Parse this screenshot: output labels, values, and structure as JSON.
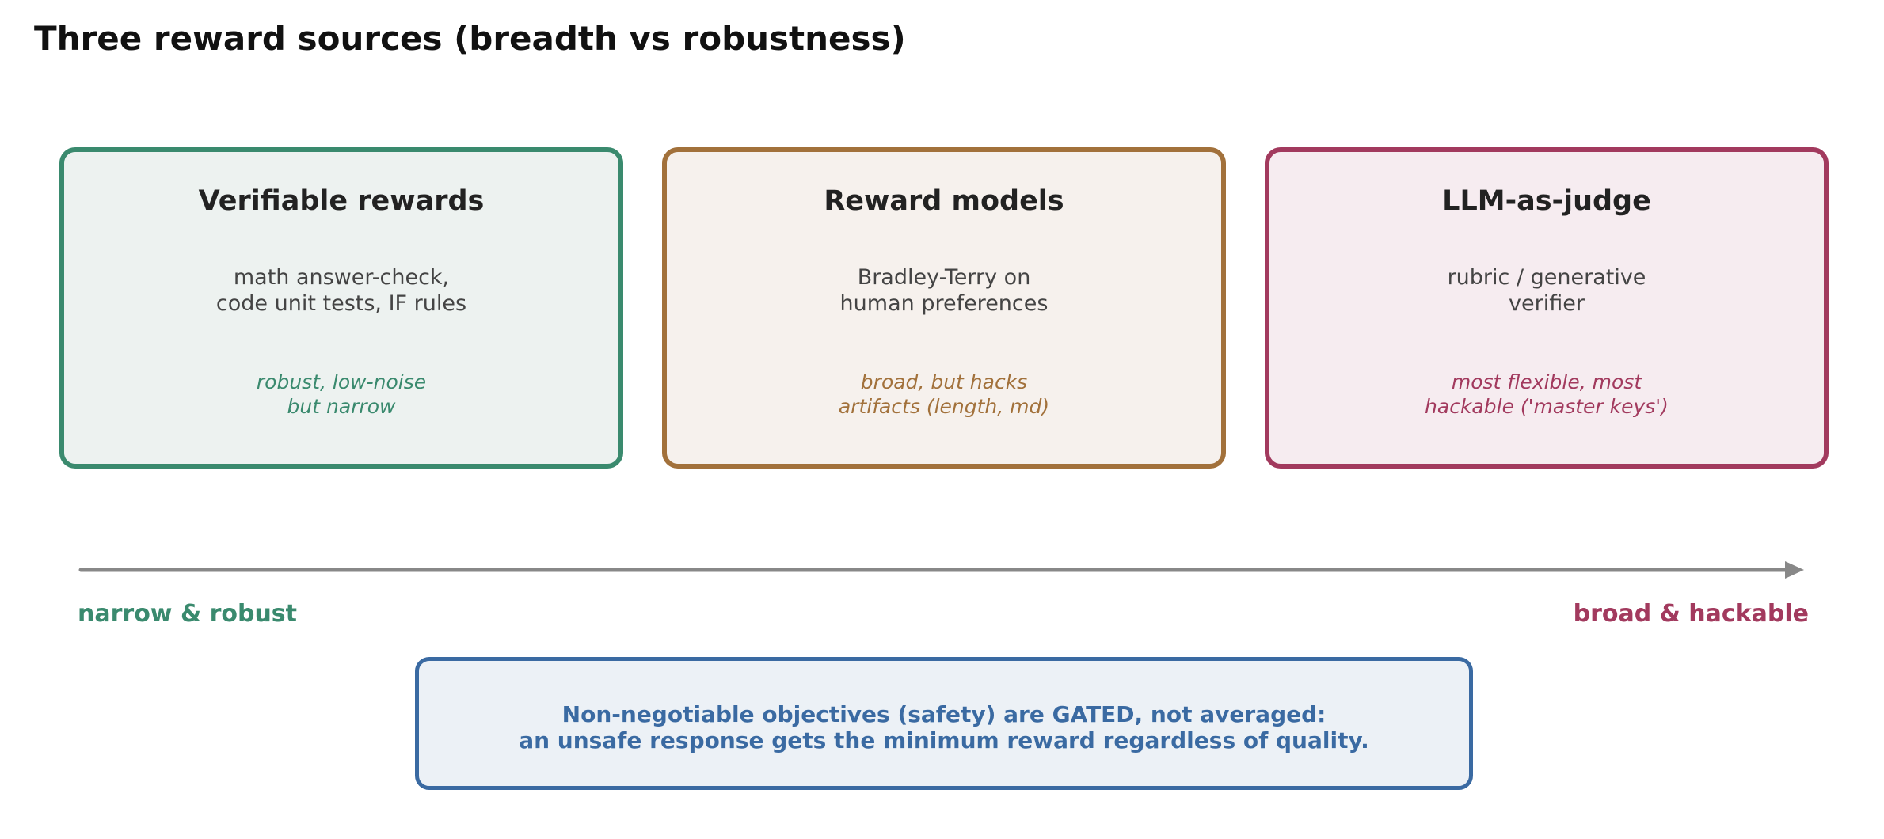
{
  "title": "Three reward sources (breadth vs robustness)",
  "cards": [
    {
      "title": "Verifiable rewards",
      "desc": [
        "math answer-check,",
        "code unit tests, IF rules"
      ],
      "note": [
        "robust, low-noise",
        "but narrow"
      ],
      "border_color": "#3a8a6e",
      "fill_color": "#edf2f0",
      "note_color": "#3a8a6e"
    },
    {
      "title": "Reward models",
      "desc": [
        "Bradley-Terry on",
        "human preferences"
      ],
      "note": [
        "broad, but hacks",
        "artifacts (length, md)"
      ],
      "border_color": "#a2713b",
      "fill_color": "#f6f1ed",
      "note_color": "#a2713b"
    },
    {
      "title": "LLM-as-judge",
      "desc": [
        "rubric / generative",
        "verifier"
      ],
      "note": [
        "most flexible, most",
        "hackable ('master keys')"
      ],
      "border_color": "#a23a5e",
      "fill_color": "#f6ecf0",
      "note_color": "#a23a5e"
    }
  ],
  "axis": {
    "left_label": "narrow & robust",
    "right_label": "broad & hackable",
    "left_color": "#3a8a6e",
    "right_color": "#a23a5e",
    "arrow_color": "#888888"
  },
  "callout": {
    "lines": [
      "Non-negotiable objectives (safety) are GATED, not averaged:",
      "an unsafe response gets the minimum reward regardless of quality."
    ],
    "border_color": "#3a6aa2",
    "fill_color": "#ecf1f6",
    "text_color": "#3a6aa2"
  }
}
